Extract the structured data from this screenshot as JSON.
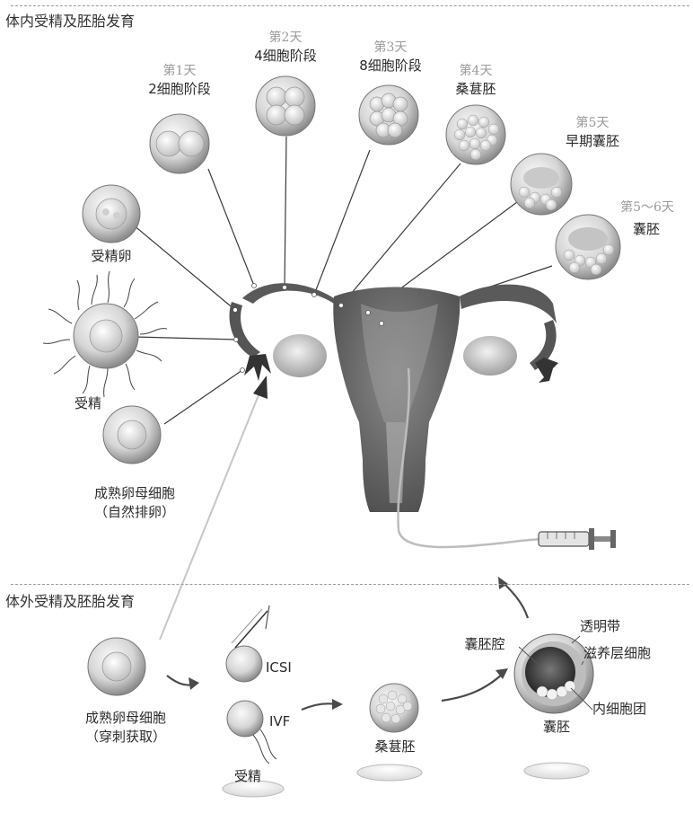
{
  "sections": {
    "in_vivo": "体内受精及胚胎发育",
    "in_vitro": "体外受精及胚胎发育"
  },
  "stages": {
    "day1": {
      "day": "第1天",
      "name": "2细胞阶段"
    },
    "day2": {
      "day": "第2天",
      "name": "4细胞阶段"
    },
    "day3": {
      "day": "第3天",
      "name": "8细胞阶段"
    },
    "day4": {
      "day": "第4天",
      "name": "桑葚胚"
    },
    "day5": {
      "day": "第5天",
      "name": "早期囊胚"
    },
    "day5_6": {
      "day": "第5～6天",
      "name": "囊胚"
    },
    "zygote": "受精卵",
    "fertilization": "受精",
    "mature_egg": "成熟卵母细胞",
    "ovulation": "（自然排卵）"
  },
  "ivf": {
    "mature_egg": "成熟卵母细胞",
    "retrieval": "（穿刺获取）",
    "icsi": "ICSI",
    "ivf": "IVF",
    "fertilization": "受精",
    "morula": "桑葚胚",
    "blastocoel": "囊胚腔",
    "zona": "透明带",
    "trophoblast": "滋养层细胞",
    "icm": "内细胞团",
    "blastocyst": "囊胚"
  }
}
